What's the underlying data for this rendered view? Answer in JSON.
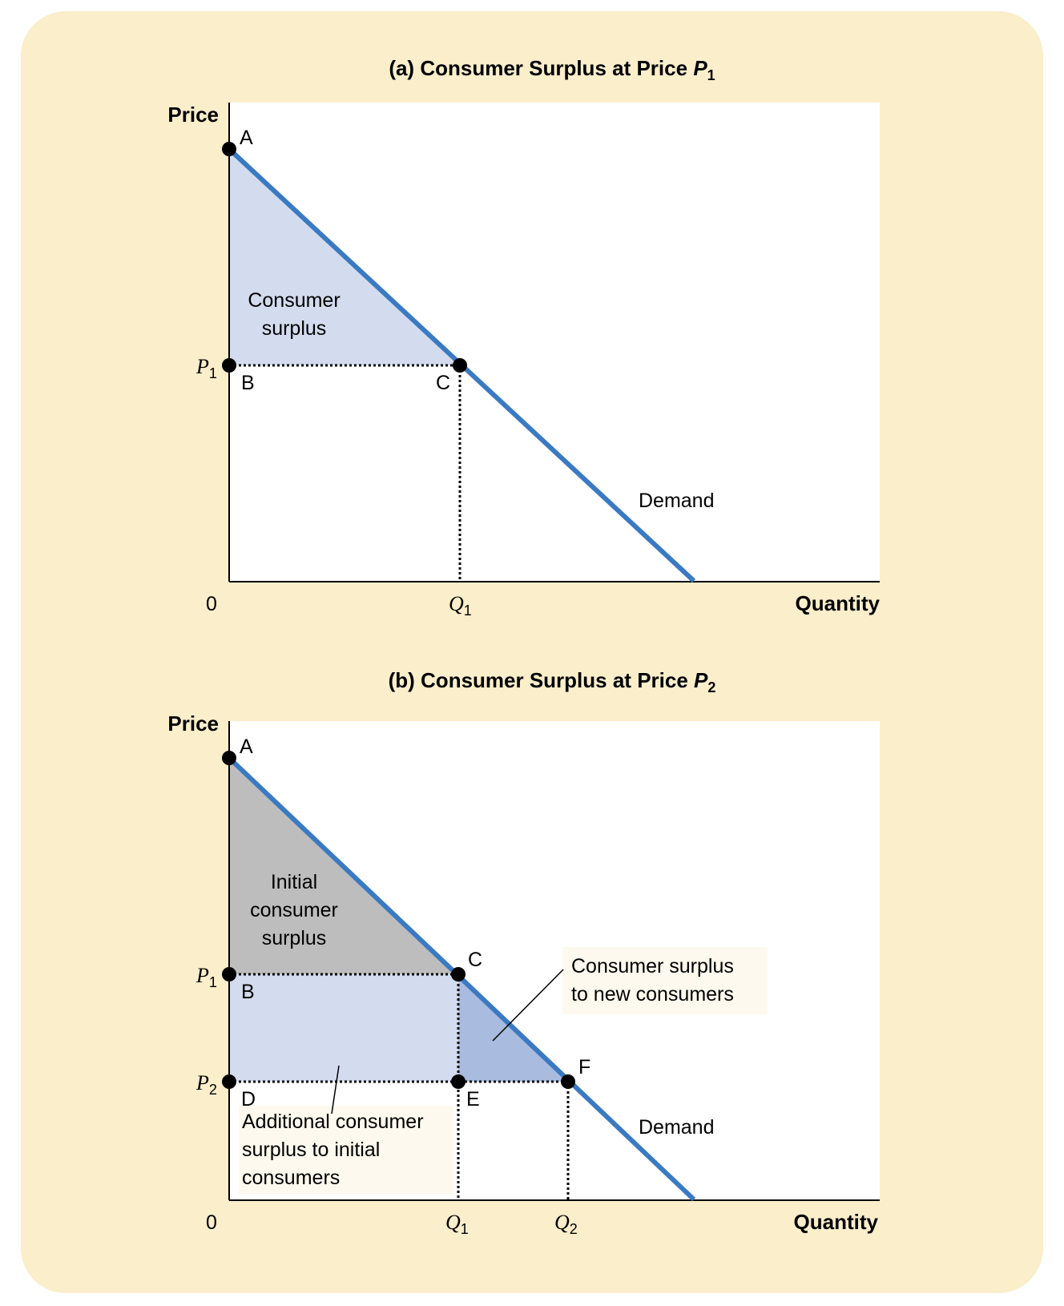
{
  "panel_a": {
    "title": "(a) Consumer Surplus at Price",
    "title_var": "P",
    "title_sub": "1",
    "axis_y": "Price",
    "axis_x": "Quantity",
    "origin": "0",
    "tick_p1_var": "P",
    "tick_p1_sub": "1",
    "tick_q1_var": "Q",
    "tick_q1_sub": "1",
    "point_a": "A",
    "point_b": "B",
    "point_c": "C",
    "region_line1": "Consumer",
    "region_line2": "surplus",
    "curve_label": "Demand"
  },
  "panel_b": {
    "title": "(b) Consumer Surplus at Price",
    "title_var": "P",
    "title_sub": "2",
    "axis_y": "Price",
    "axis_x": "Quantity",
    "origin": "0",
    "tick_p1_var": "P",
    "tick_p1_sub": "1",
    "tick_p2_var": "P",
    "tick_p2_sub": "2",
    "tick_q1_var": "Q",
    "tick_q1_sub": "1",
    "tick_q2_var": "Q",
    "tick_q2_sub": "2",
    "point_a": "A",
    "point_b": "B",
    "point_c": "C",
    "point_d": "D",
    "point_e": "E",
    "point_f": "F",
    "initial_line1": "Initial",
    "initial_line2": "consumer",
    "initial_line3": "surplus",
    "new_line1": "Consumer surplus",
    "new_line2": "to new consumers",
    "additional_line1": "Additional consumer",
    "additional_line2": "surplus to initial",
    "additional_line3": "consumers",
    "curve_label": "Demand"
  },
  "colors": {
    "background": "#faeecb",
    "demand_curve": "#3a7ac2",
    "consumer_surplus_fill": "#d3dcee",
    "initial_surplus_fill": "#bdbdbd",
    "new_consumer_fill": "#a9bbde",
    "callout_fill": "#fdf9ee"
  }
}
